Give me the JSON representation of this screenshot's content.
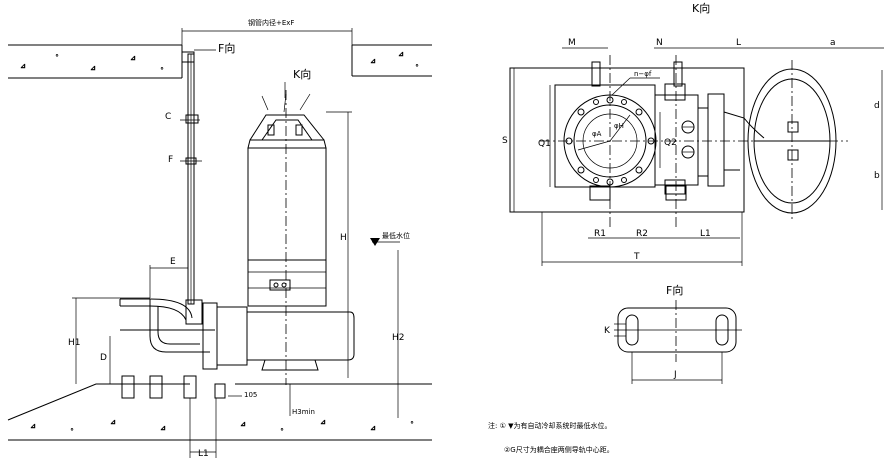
{
  "view_titles": {
    "k_view_top": "K向",
    "k_view_side": "K向",
    "f_view_side": "F向",
    "f_view_detail": "F向"
  },
  "dimension_labels": {
    "top_width": "钢管内径+ExF",
    "C": "C",
    "F": "F",
    "E": "E",
    "H": "H",
    "H1": "H1",
    "H2": "H2",
    "D": "D",
    "L1_left": "L1",
    "H3min": "H3min",
    "dim_105": "105",
    "water_level": "最低水位",
    "M": "M",
    "N": "N",
    "L": "L",
    "a": "a",
    "n_phi_f": "n−φf",
    "S": "S",
    "Q1": "Q1",
    "Q2": "Q2",
    "phi_A": "φA",
    "phi_H": "φH",
    "d": "d",
    "b": "b",
    "R1": "R1",
    "R2": "R2",
    "L1_right": "L1",
    "T": "T",
    "K": "K",
    "J": "J"
  },
  "notes": {
    "note_1": "注: ①  ▼为有自动冷却系统时最低水位。",
    "note_2": "②G尺寸为耦合座两侧导轨中心距。"
  }
}
